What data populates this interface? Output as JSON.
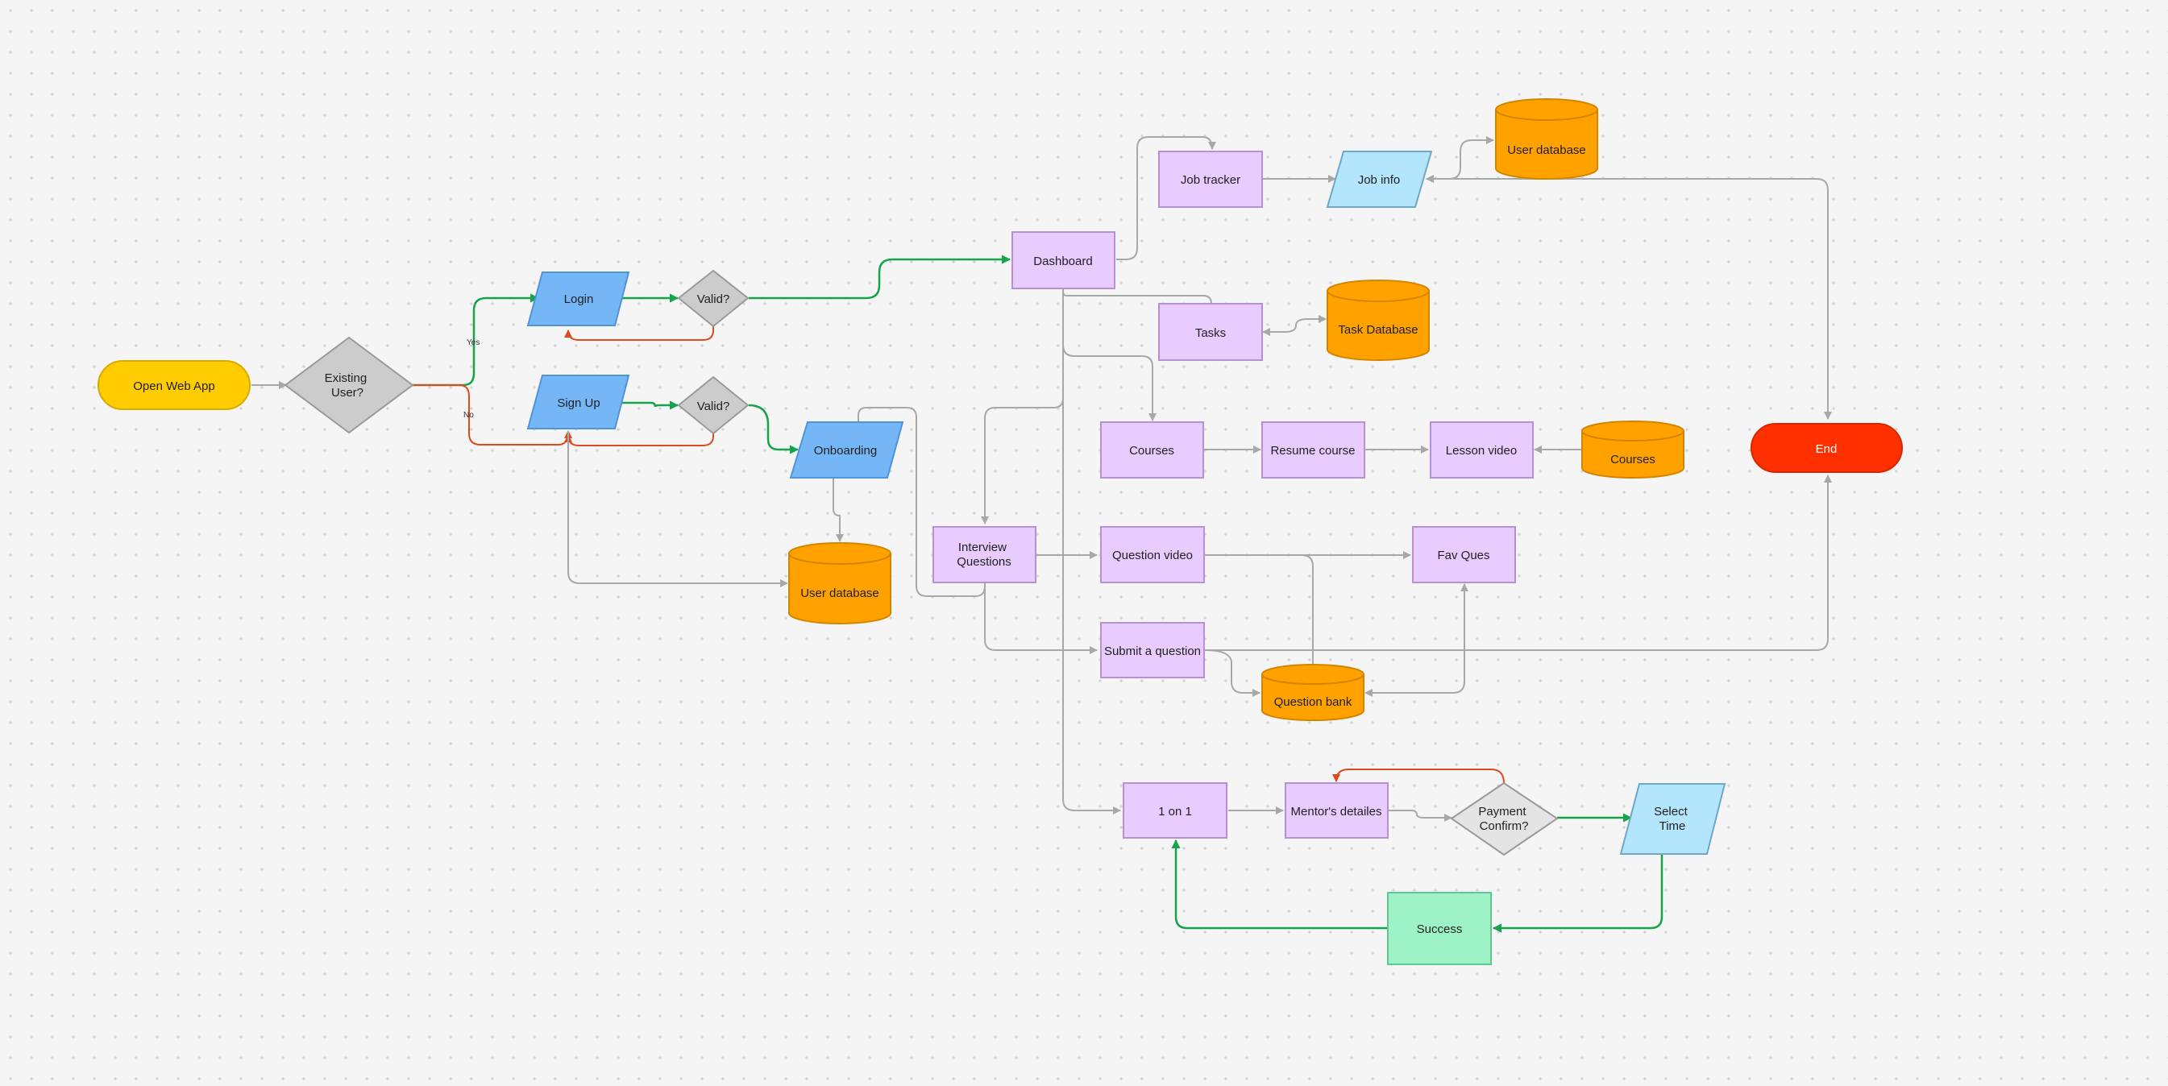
{
  "colors": {
    "terminal_start": "#ffcc00",
    "decision": "#cccccc",
    "decision_light": "#e4e4e4",
    "io_blue": "#75b6f7",
    "io_light_blue": "#b3e5fc",
    "process_purple": "#e9ccff",
    "database_orange": "#ffa200",
    "terminal_end": "#ff3000",
    "success_green": "#9df2c6",
    "edge_gray": "#a8a8a8",
    "edge_green": "#16a34a",
    "edge_red": "#dc4a1e"
  },
  "nodes": {
    "open_web_app": "Open Web App",
    "existing_user": [
      "Existing",
      "User?"
    ],
    "login": "Login",
    "sign_up": "Sign Up",
    "valid_login": "Valid?",
    "valid_signup": "Valid?",
    "onboarding": "Onboarding",
    "user_database_onboarding": "User database",
    "dashboard": "Dashboard",
    "job_tracker": "Job tracker",
    "job_info": "Job info",
    "user_database_jobs": "User database",
    "tasks": "Tasks",
    "task_database": "Task Database",
    "courses": "Courses",
    "resume_course": "Resume course",
    "lesson_video": "Lesson video",
    "courses_db": "Courses",
    "end": "End",
    "interview_questions": [
      "Interview",
      "Questions"
    ],
    "question_video": "Question video",
    "fav_ques": "Fav Ques",
    "submit_question": "Submit a question",
    "question_bank": "Question bank",
    "one_on_one": "1 on 1",
    "mentors_details": "Mentor's detailes",
    "payment_confirm": [
      "Payment",
      "Confirm?"
    ],
    "select_time": [
      "Select",
      "Time"
    ],
    "success": "Success"
  },
  "edge_labels": {
    "yes": "Yes",
    "no": "No"
  }
}
